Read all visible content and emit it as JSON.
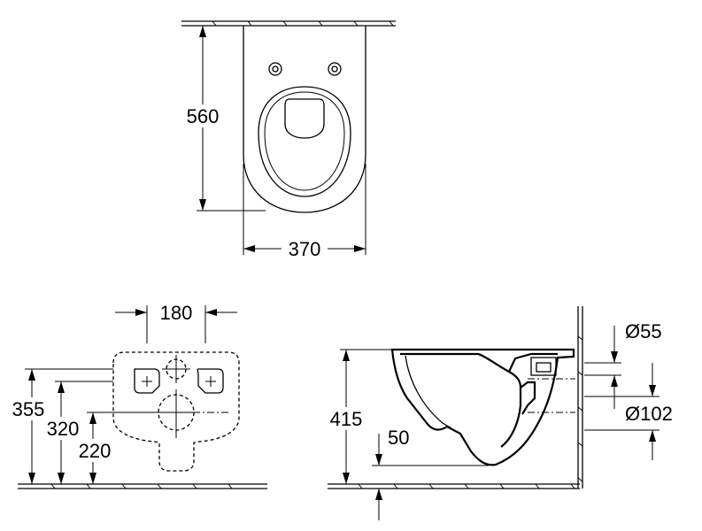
{
  "top_view": {
    "depth_label": "560",
    "width_label": "370"
  },
  "front_view": {
    "fixing_spacing_label": "180",
    "height_355_label": "355",
    "height_320_label": "320",
    "height_220_label": "220"
  },
  "side_view": {
    "height_label": "415",
    "rim_offset_label": "50",
    "inlet_label": "Ø55",
    "outlet_label": "Ø102"
  }
}
